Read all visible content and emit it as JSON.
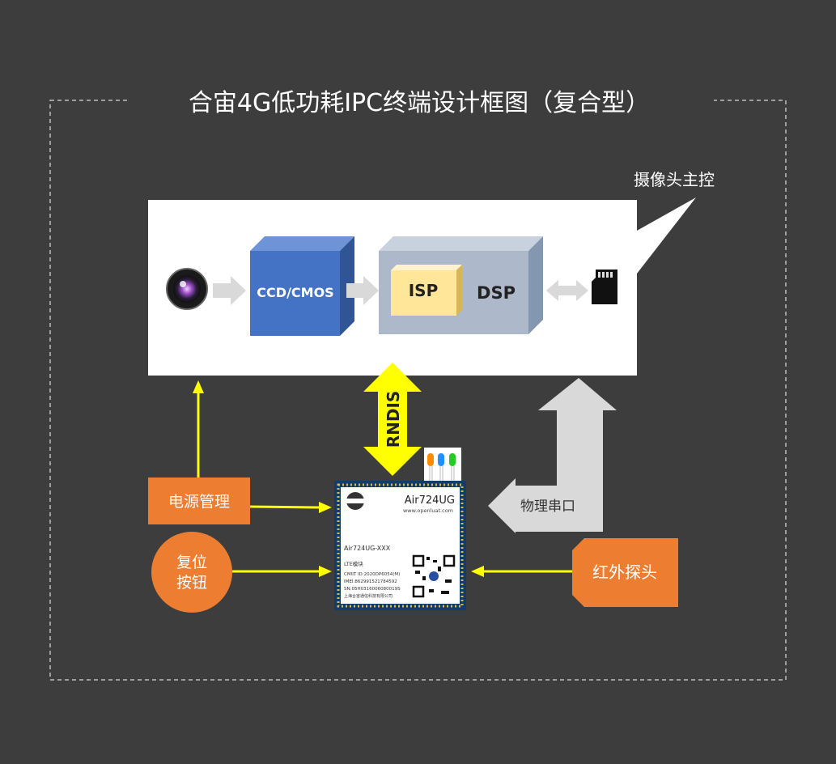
{
  "title": "合宙4G低功耗IPC终端设计框图（复合型）",
  "camera_host_label": "摄像头主控",
  "blocks": {
    "sensor": "CCD/CMOS",
    "isp": "ISP",
    "dsp": "DSP"
  },
  "rndis_label": "RNDIS",
  "serial_label": "物理串口",
  "power_label": "电源管理",
  "reset_label_line1": "复位",
  "reset_label_line2": "按钮",
  "ir_label": "红外探头",
  "module": {
    "brand_logo": "Luat",
    "model": "Air724UG",
    "url": "www.openluat.com",
    "variant": "Air724UG-XXX",
    "lte": "LTE模块",
    "cmiit": "CMIIT ID:2020DP6054(M)",
    "imei": "IMEI:862991521784592",
    "sn": "SN:05H0316006080019S",
    "company": "上海合宙通信科技有限公司"
  },
  "colors": {
    "background": "#3d3d3d",
    "orange": "#ed7d31",
    "yellow": "#ffff00",
    "blue": "#4472c4",
    "isp": "#ffe699",
    "dsp": "#adb9ca"
  }
}
